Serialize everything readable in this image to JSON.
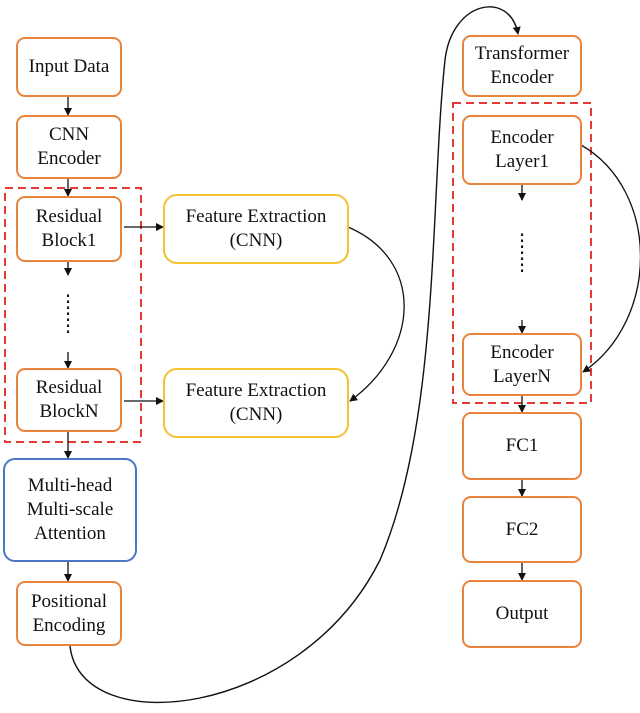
{
  "nodes": {
    "input_data": "Input Data",
    "cnn_encoder": "CNN\nEncoder",
    "residual_block_1": "Residual\nBlock1",
    "residual_block_n": "Residual\nBlockN",
    "feature_extraction_1": "Feature Extraction\n(CNN)",
    "feature_extraction_2": "Feature Extraction\n(CNN)",
    "attention": "Multi-head\nMulti-scale\nAttention",
    "positional_encoding": "Positional\nEncoding",
    "transformer_encoder": "Transformer\nEncoder",
    "encoder_layer_1": "Encoder\nLayer1",
    "encoder_layer_n": "Encoder\nLayerN",
    "fc1": "FC1",
    "fc2": "FC2",
    "output": "Output"
  },
  "colors": {
    "main_box_border": "#e8843b",
    "feature_box_border": "#f2c230",
    "attention_box_border": "#4a78c4",
    "group_dashed_border": "#e53935",
    "arrow": "#111111"
  }
}
